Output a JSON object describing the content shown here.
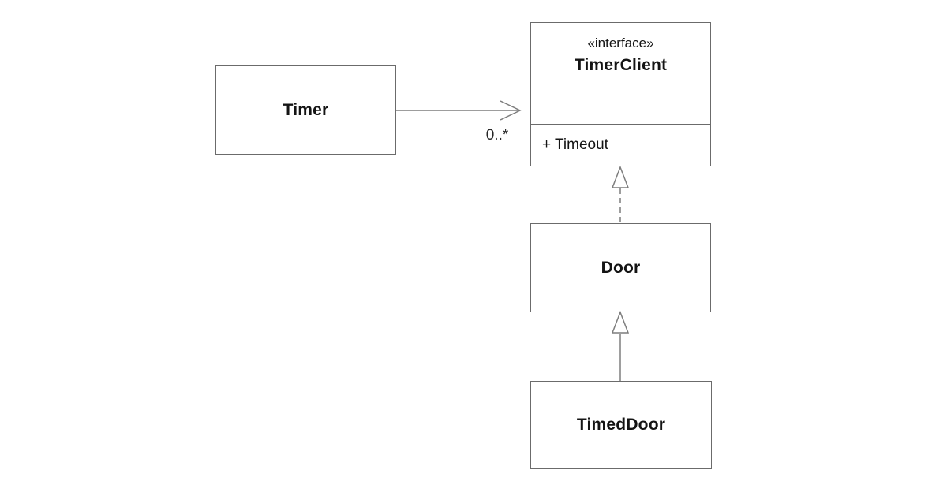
{
  "diagram": {
    "kind": "uml-class-diagram",
    "classes": {
      "timer": {
        "name": "Timer"
      },
      "timer_client": {
        "stereotype": "«interface»",
        "name": "TimerClient",
        "operations": [
          "+ Timeout"
        ]
      },
      "door": {
        "name": "Door"
      },
      "timed_door": {
        "name": "TimedDoor"
      }
    },
    "relationships": {
      "association": {
        "type": "directed-association",
        "from": "Timer",
        "to": "TimerClient",
        "multiplicity": "0..*",
        "arrowhead": "open"
      },
      "realization": {
        "type": "realization",
        "from": "Door",
        "to": "TimerClient",
        "line": "dashed",
        "arrowhead": "hollow-triangle"
      },
      "generalization": {
        "type": "generalization",
        "from": "TimedDoor",
        "to": "Door",
        "line": "solid",
        "arrowhead": "hollow-triangle"
      }
    },
    "colors": {
      "background": "#ffffff",
      "box_border": "#6b6b6b",
      "connector_line": "#7d7d7d",
      "text": "#141414"
    }
  }
}
